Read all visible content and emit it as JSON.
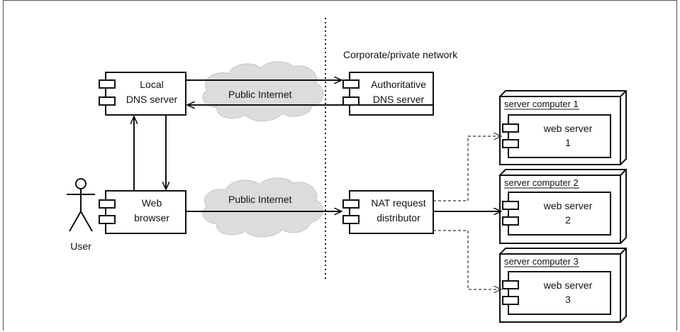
{
  "network_label": "Corporate/private network",
  "nodes": {
    "local_dns": [
      "Local",
      "DNS server"
    ],
    "authoritative_dns": [
      "Authoritative",
      "DNS server"
    ],
    "web_browser": [
      "Web",
      "browser"
    ],
    "nat": [
      "NAT request",
      "distributor"
    ]
  },
  "actor": "User",
  "clouds": [
    "Public Internet",
    "Public Internet"
  ],
  "servers": [
    {
      "title": "server computer 1",
      "component": [
        "web server",
        "1"
      ]
    },
    {
      "title": "server computer 2",
      "component": [
        "web server",
        "2"
      ]
    },
    {
      "title": "server computer 3",
      "component": [
        "web server",
        "3"
      ]
    }
  ]
}
